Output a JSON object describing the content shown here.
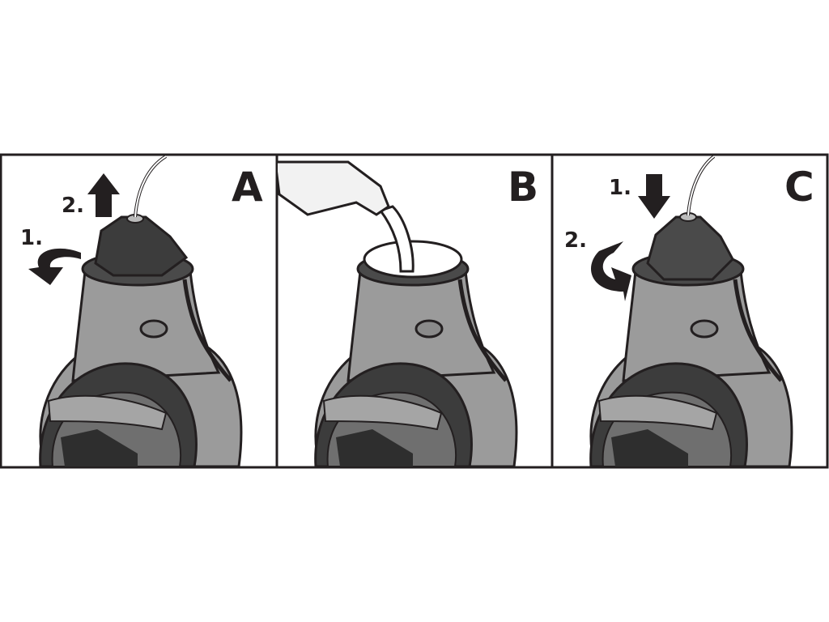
{
  "panels": [
    {
      "label": "A",
      "steps": [
        "1.",
        "2."
      ]
    },
    {
      "label": "B"
    },
    {
      "label": "C",
      "steps": [
        "1.",
        "2."
      ]
    }
  ],
  "colors": {
    "body": "#9b9b9b",
    "dark": "#3c3c3c",
    "outline": "#231f20"
  }
}
